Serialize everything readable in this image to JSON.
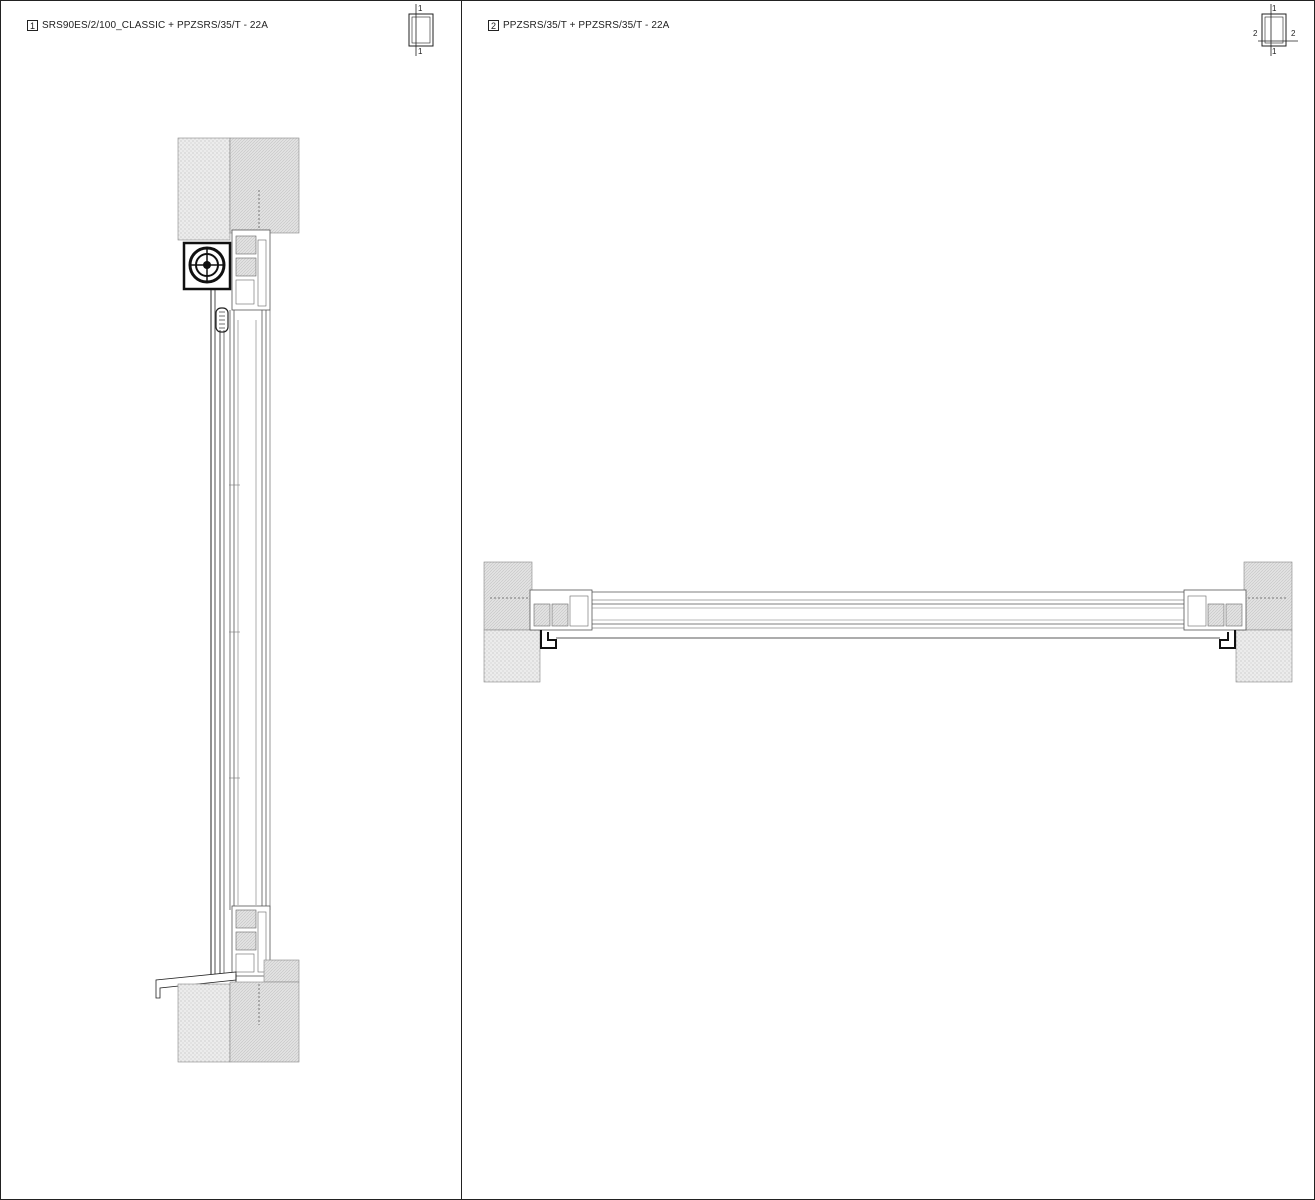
{
  "panels": [
    {
      "number": "1",
      "title": "SRS90ES/2/100_CLASSIC + PPZSRS/35/T - 22A",
      "section_markers": [
        "1",
        "1"
      ]
    },
    {
      "number": "2",
      "title": "PPZSRS/35/T + PPZSRS/35/T - 22A",
      "section_markers": [
        "1",
        "2",
        "2",
        "1"
      ]
    }
  ],
  "colors": {
    "line": "#222222",
    "wall": "#e4e4e4",
    "wall_dark": "#cfcfcf",
    "profile": "#555555"
  }
}
